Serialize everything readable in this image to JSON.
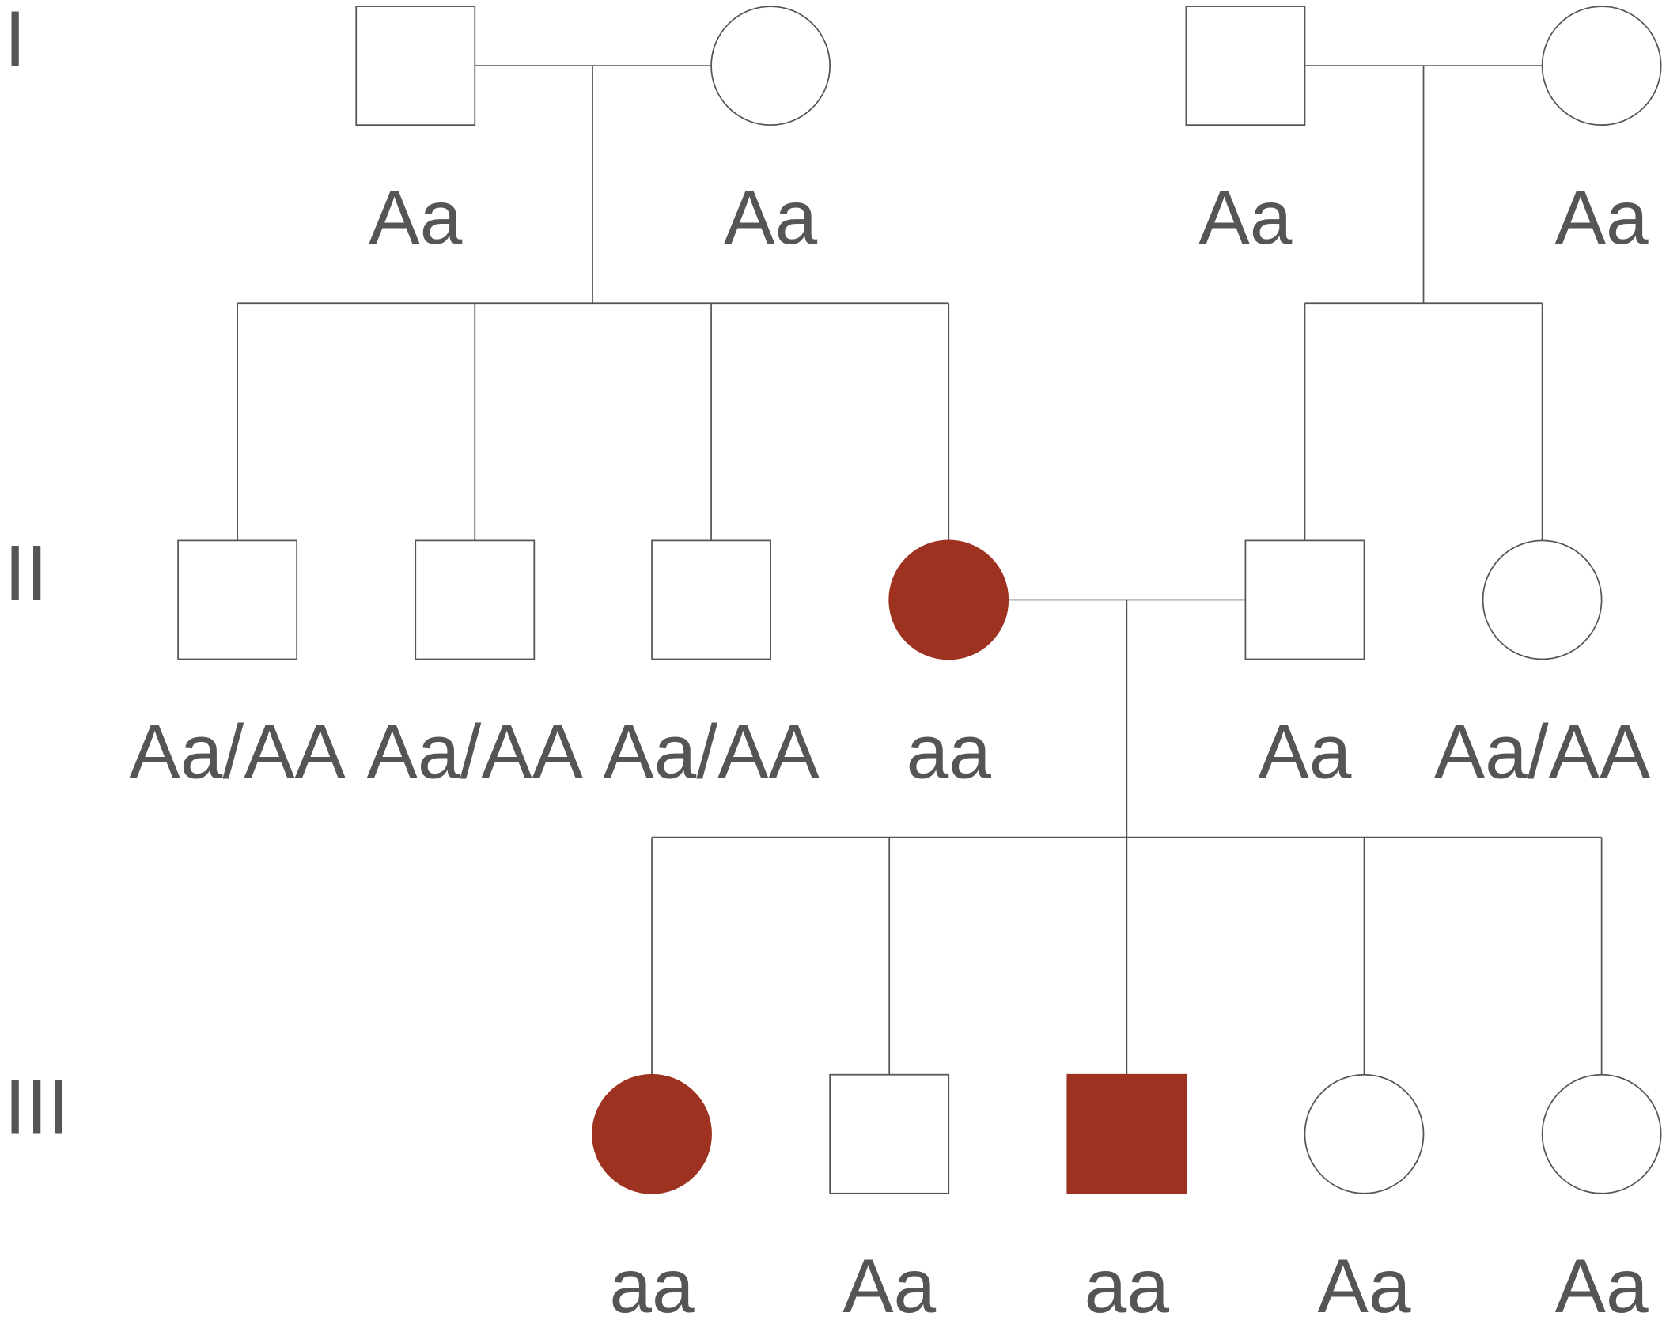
{
  "colors": {
    "affected": "#9E3220",
    "line": "#555555",
    "text": "#555555"
  },
  "generations": [
    {
      "label": "I",
      "individuals": [
        {
          "sex": "male",
          "affected": false,
          "genotype": "Aa"
        },
        {
          "sex": "female",
          "affected": false,
          "genotype": "Aa"
        },
        {
          "sex": "male",
          "affected": false,
          "genotype": "Aa"
        },
        {
          "sex": "female",
          "affected": false,
          "genotype": "Aa"
        }
      ]
    },
    {
      "label": "II",
      "individuals": [
        {
          "sex": "male",
          "affected": false,
          "genotype": "Aa/AA"
        },
        {
          "sex": "male",
          "affected": false,
          "genotype": "Aa/AA"
        },
        {
          "sex": "male",
          "affected": false,
          "genotype": "Aa/AA"
        },
        {
          "sex": "female",
          "affected": true,
          "genotype": "aa"
        },
        {
          "sex": "male",
          "affected": false,
          "genotype": "Aa"
        },
        {
          "sex": "female",
          "affected": false,
          "genotype": "Aa/AA"
        }
      ]
    },
    {
      "label": "III",
      "individuals": [
        {
          "sex": "female",
          "affected": true,
          "genotype": "aa"
        },
        {
          "sex": "male",
          "affected": false,
          "genotype": "Aa"
        },
        {
          "sex": "male",
          "affected": true,
          "genotype": "aa"
        },
        {
          "sex": "female",
          "affected": false,
          "genotype": "Aa"
        },
        {
          "sex": "female",
          "affected": false,
          "genotype": "Aa"
        }
      ]
    }
  ]
}
